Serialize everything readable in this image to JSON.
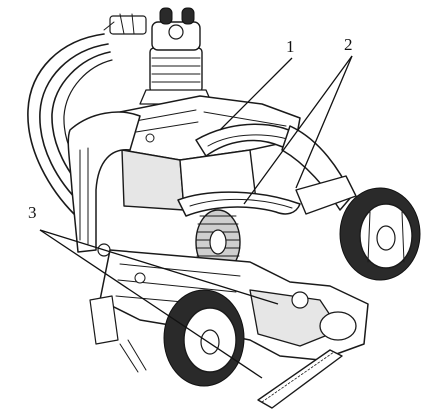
{
  "callouts": [
    {
      "id": "1",
      "label": "1"
    },
    {
      "id": "2",
      "label": "2"
    },
    {
      "id": "3",
      "label": "3"
    }
  ],
  "colors": {
    "ink": "#1a1a1a",
    "background": "#ffffff",
    "shade": "#cfcfcf"
  }
}
